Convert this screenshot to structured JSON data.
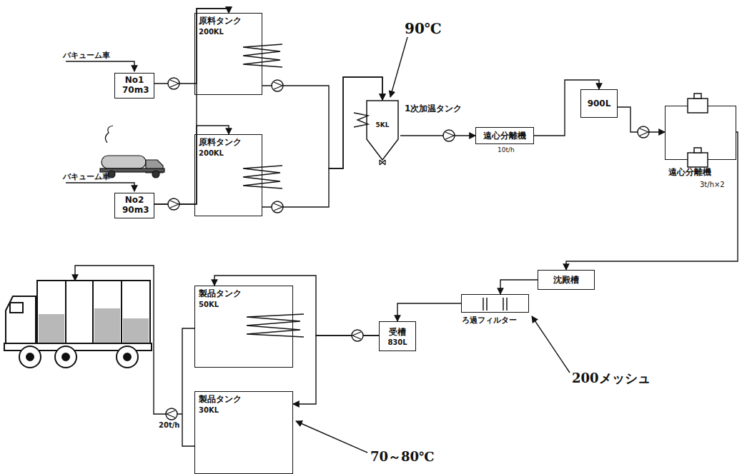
{
  "diagram": {
    "nodes": [
      {
        "text": [
          "No1 70m3"
        ]
      },
      {
        "text": [
          "No2 90m3"
        ]
      },
      {
        "text": [
          "原料タンク",
          "200KL"
        ]
      },
      {
        "text": [
          "原料タンク",
          "200KL"
        ]
      },
      {
        "text": [
          "5KL",
          "1次加温タンク"
        ]
      },
      {
        "text": [
          "遠心分離機",
          "10t/h"
        ]
      },
      {
        "text": [
          "900L"
        ]
      },
      {
        "text": [
          "遠心分離機",
          "3t/h×2"
        ]
      },
      {
        "text": [
          "沈殿槽"
        ]
      },
      {
        "text": [
          "ろ過フィルター"
        ]
      },
      {
        "text": [
          "受槽",
          "830L"
        ]
      },
      {
        "text": [
          "製品タンク",
          "50KL"
        ]
      },
      {
        "text": [
          "製品タンク",
          "30KL"
        ]
      }
    ],
    "edges": [
      {
        "from": 0,
        "to": 2,
        "arrow": "to"
      },
      {
        "from": 1,
        "to": 2,
        "arrow": "to"
      },
      {
        "from": 1,
        "to": 3,
        "arrow": "to"
      },
      {
        "from": 2,
        "to": 4,
        "arrow": "to"
      },
      {
        "from": 3,
        "to": 4,
        "arrow": "to"
      },
      {
        "from": 4,
        "to": 5,
        "arrow": "to"
      },
      {
        "from": 5,
        "to": 6,
        "arrow": "to"
      },
      {
        "from": 6,
        "to": 7,
        "arrow": "to"
      },
      {
        "from": 7,
        "to": 8,
        "arrow": "to"
      },
      {
        "from": 8,
        "to": 9,
        "arrow": "to"
      },
      {
        "from": 9,
        "to": 10,
        "arrow": "to"
      },
      {
        "from": 10,
        "to": 11,
        "arrow": "to"
      },
      {
        "from": 10,
        "to": 12,
        "arrow": "to"
      }
    ],
    "labels": [
      "バキューム車",
      "バキューム車",
      "90℃",
      "200メッシュ",
      "70～80℃",
      "20t/h"
    ]
  }
}
